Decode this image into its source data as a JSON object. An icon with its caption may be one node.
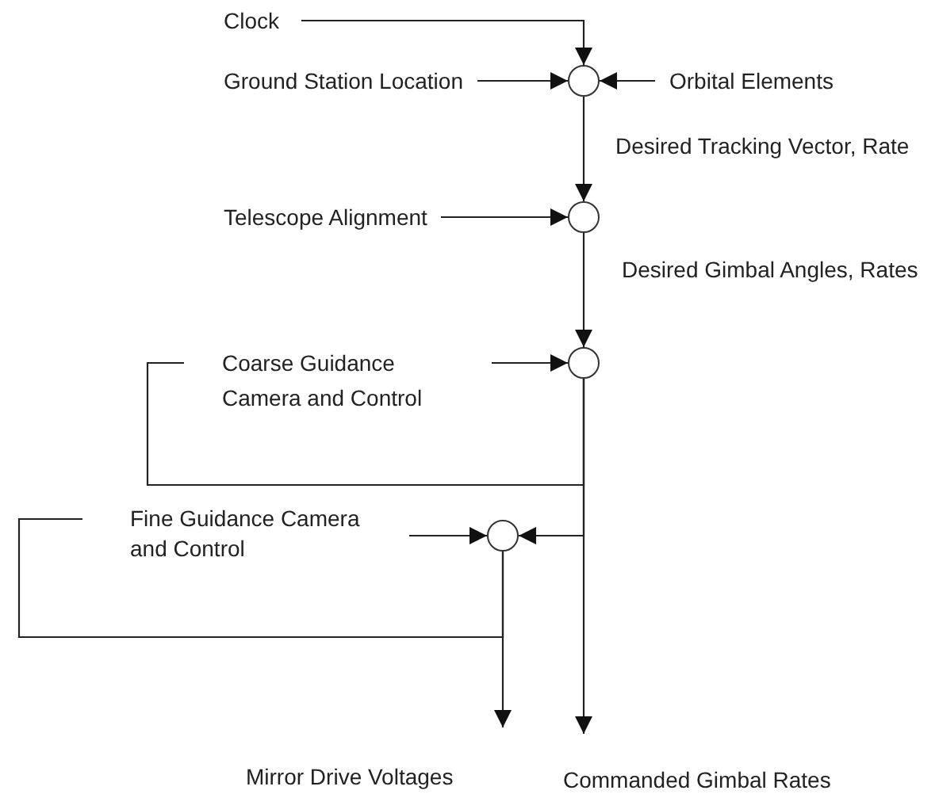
{
  "diagram": {
    "nodes": [
      {
        "text": [
          "Clock"
        ]
      },
      {
        "text": [
          "Ground Station Location"
        ]
      },
      {
        "text": [],
        "shape": "circle"
      },
      {
        "text": [
          "Orbital Elements"
        ]
      },
      {
        "text": [
          "Telescope Alignment"
        ]
      },
      {
        "text": [],
        "shape": "circle"
      },
      {
        "text": [
          "Coarse Guidance Camera and Control"
        ]
      },
      {
        "text": [],
        "shape": "circle"
      },
      {
        "text": [
          "Fine Guidance Camera and Control"
        ]
      },
      {
        "text": [],
        "shape": "circle"
      },
      {
        "text": [
          "Mirror Drive Voltages"
        ]
      },
      {
        "text": [
          "Commanded Gimbal Rates"
        ]
      }
    ],
    "edges": [
      {
        "from": 0,
        "to": 2,
        "arrow": "to"
      },
      {
        "from": 1,
        "to": 2,
        "arrow": "to"
      },
      {
        "from": 3,
        "to": 2,
        "arrow": "to"
      },
      {
        "from": 2,
        "to": 5,
        "arrow": "to",
        "label": "Desired Tracking Vector, Rate"
      },
      {
        "from": 4,
        "to": 5,
        "arrow": "to"
      },
      {
        "from": 5,
        "to": 7,
        "arrow": "to",
        "label": "Desired Gimbal Angles, Rates"
      },
      {
        "from": 6,
        "to": 7,
        "arrow": "to"
      },
      {
        "from": 7,
        "to": 11,
        "arrow": "to"
      },
      {
        "from": 7,
        "to": 6,
        "arrow": "none"
      },
      {
        "from": 7,
        "to": 9,
        "arrow": "to"
      },
      {
        "from": 8,
        "to": 9,
        "arrow": "to"
      },
      {
        "from": 9,
        "to": 10,
        "arrow": "to"
      },
      {
        "from": 9,
        "to": 8,
        "arrow": "none"
      }
    ]
  }
}
